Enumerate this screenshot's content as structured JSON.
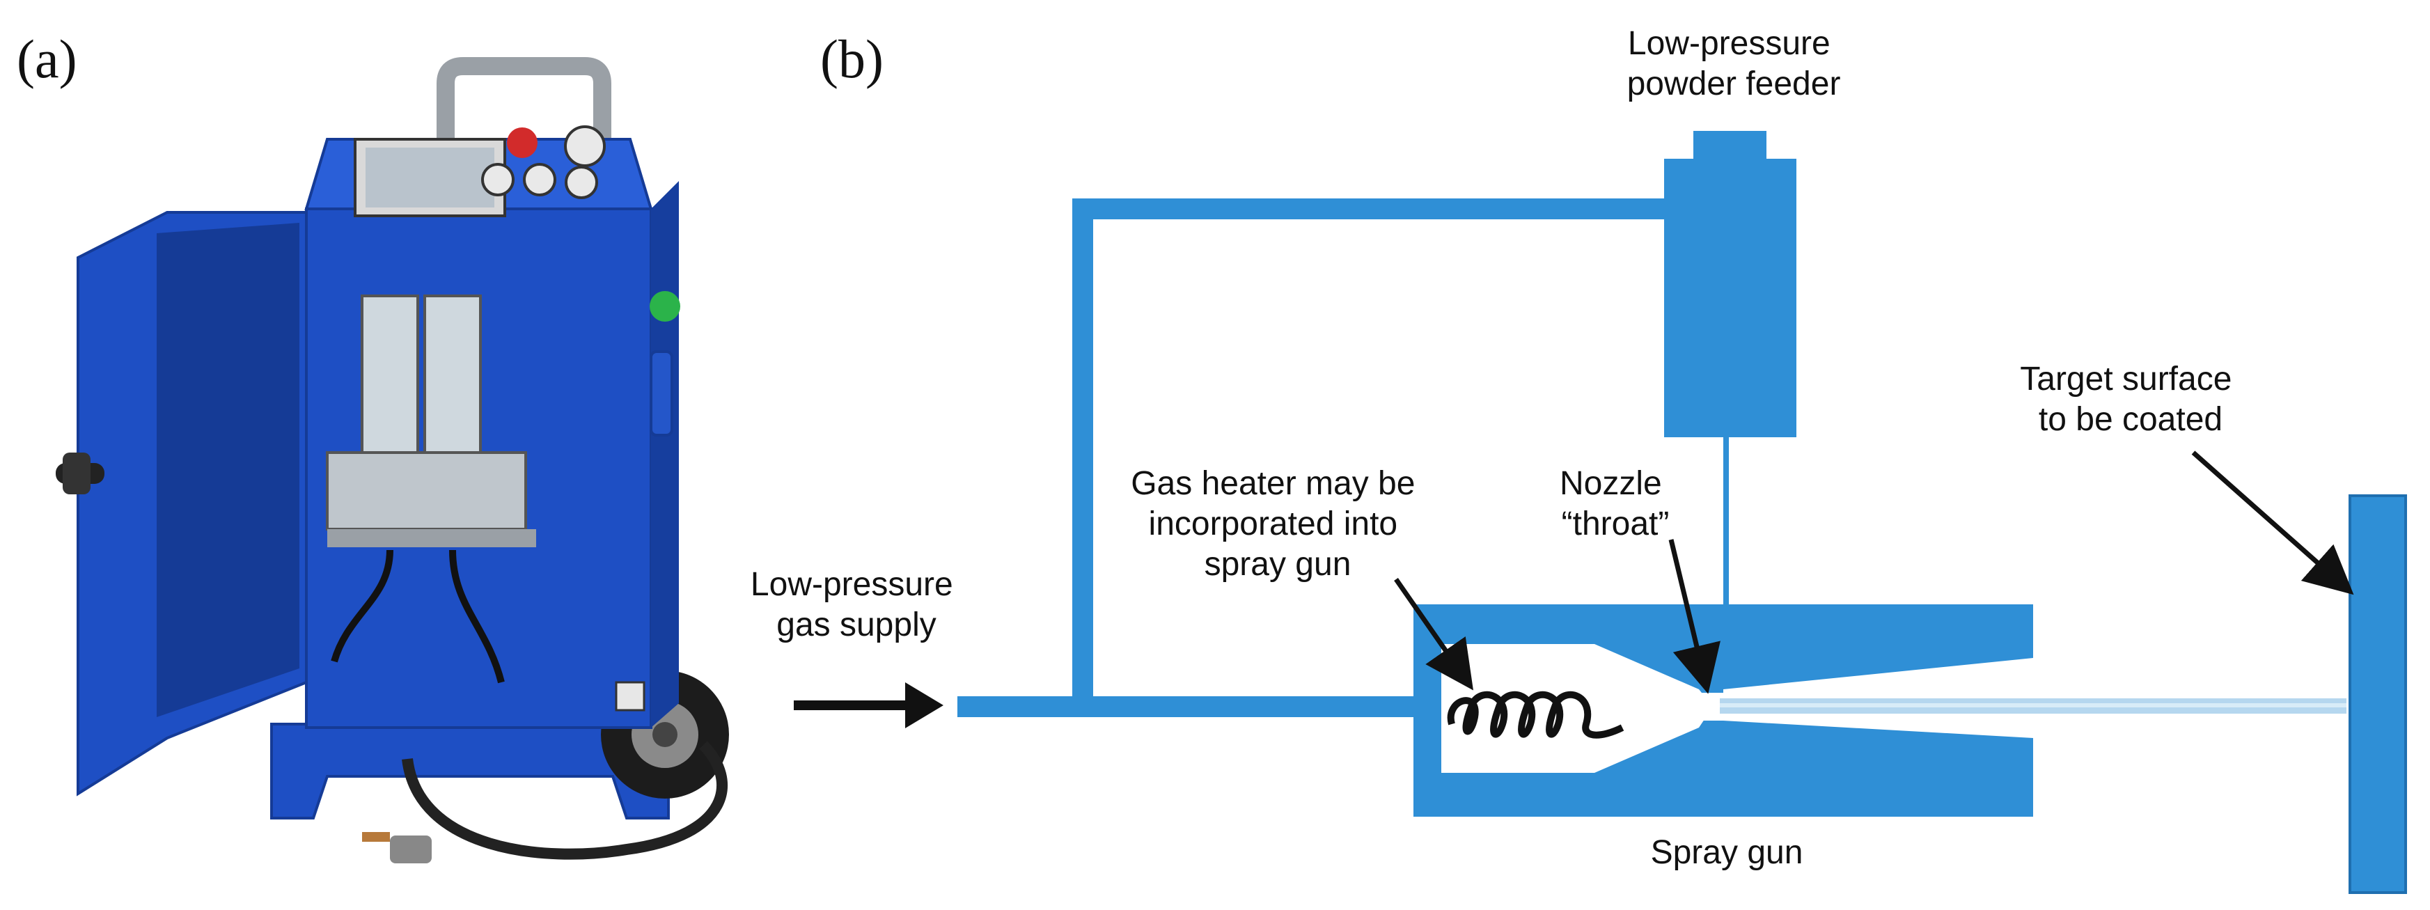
{
  "panels": {
    "a": "(a)",
    "b": "(b)"
  },
  "diagram": {
    "powder_feeder": [
      "Low-pressure",
      "powder feeder"
    ],
    "gas_supply": [
      "Low-pressure",
      "gas supply"
    ],
    "gas_heater": [
      "Gas heater may be",
      "incorporated into",
      "spray gun"
    ],
    "nozzle": [
      "Nozzle",
      "“throat”"
    ],
    "target": [
      "Target surface",
      "to be coated"
    ],
    "spray_gun": "Spray gun"
  },
  "colors": {
    "blue": "#2f8fd6",
    "blue_dark": "#1f6fb0",
    "machine_blue": "#1e4fc4",
    "machine_blue_dark": "#153b96",
    "outline": "#1a1a1a"
  }
}
